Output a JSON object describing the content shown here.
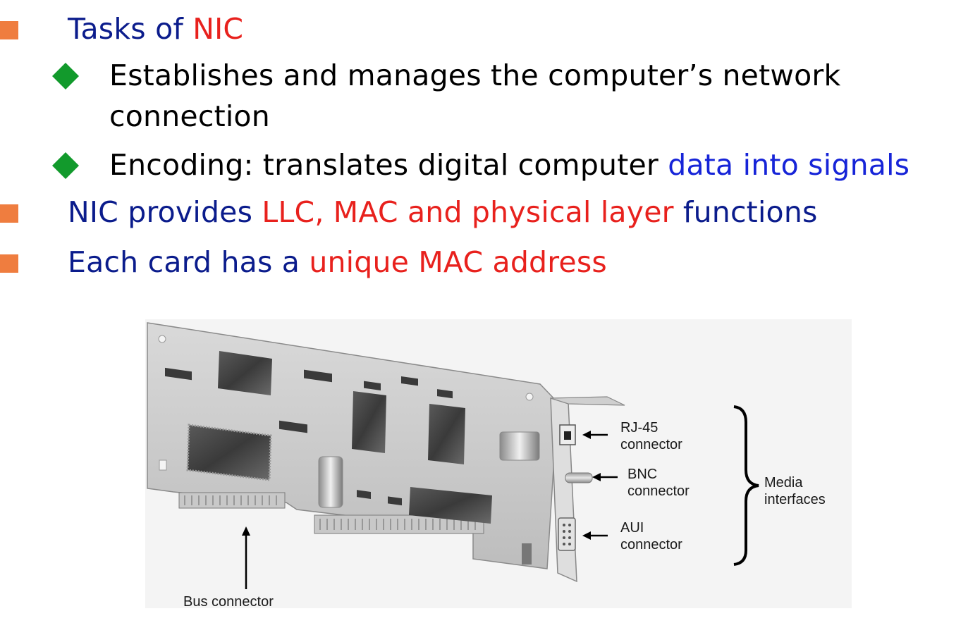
{
  "bullets": {
    "tasks": {
      "a": "Tasks of ",
      "b": "NIC"
    },
    "sub1": {
      "line1": "Establishes and manages the computer’s network",
      "line2": "connection"
    },
    "sub2": {
      "a": "Encoding: translates digital computer ",
      "b": "data into signals"
    },
    "provides": {
      "a": "NIC",
      "b": " provides ",
      "c": "LLC, MAC and physical layer",
      "d": " functions"
    },
    "unique": {
      "a": "Each card has a ",
      "b": "unique MAC address"
    }
  },
  "figure": {
    "rj45": {
      "line1": "RJ-45",
      "line2": "connector"
    },
    "bnc": {
      "line1": "BNC",
      "line2": "connector"
    },
    "aui": {
      "line1": "AUI",
      "line2": "connector"
    },
    "media": {
      "line1": "Media",
      "line2": "interfaces"
    },
    "bus": "Bus connector"
  },
  "colors": {
    "square_bullet": "#ef7d3f",
    "diamond_bullet": "#129a2c",
    "navy_text": "#0b1c8c",
    "red_text": "#e8211d",
    "blue_text": "#1624d8"
  },
  "icons": [
    "square-bullet-icon",
    "diamond-bullet-icon",
    "nic-card-illustration"
  ]
}
